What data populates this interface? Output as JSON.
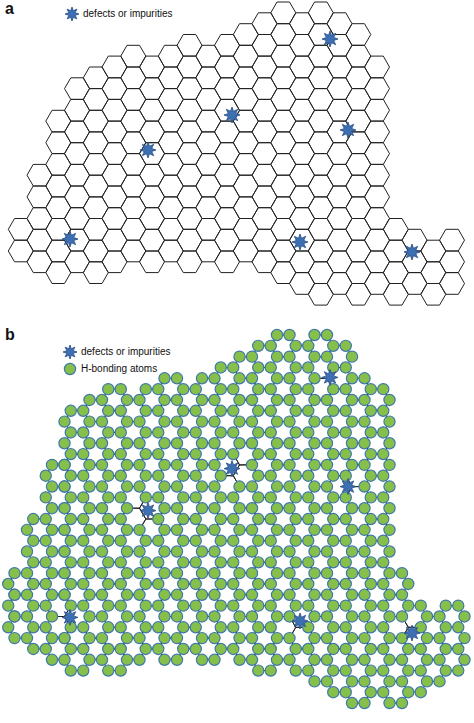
{
  "diagram": {
    "labels": [
      "a",
      "b"
    ],
    "legend": [
      {
        "text": "defects or impurities"
      },
      {
        "text": "defects or impurities"
      },
      {
        "text": "H-bonding atoms"
      }
    ]
  }
}
